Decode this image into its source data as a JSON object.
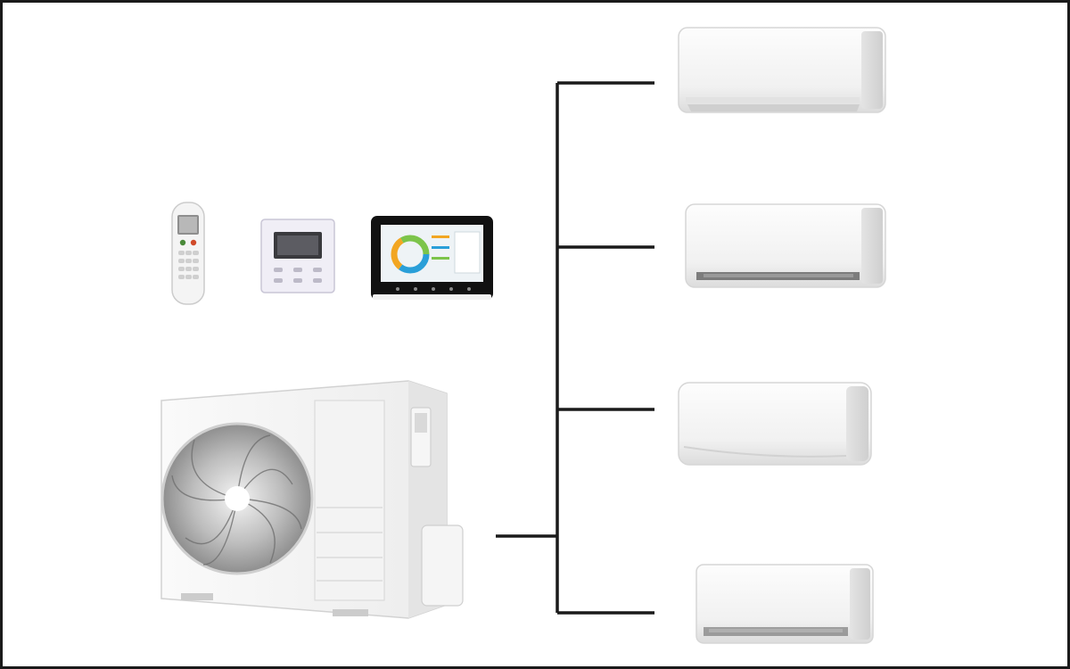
{
  "diagram": {
    "kind": "multi-split air conditioning system",
    "outdoor_unit": {
      "icon": "outdoor-condenser-unit"
    },
    "indoor_units": [
      {
        "icon": "wall-mounted-indoor-unit"
      },
      {
        "icon": "wall-mounted-indoor-unit"
      },
      {
        "icon": "wall-mounted-indoor-unit"
      },
      {
        "icon": "wall-mounted-indoor-unit"
      }
    ],
    "controllers": [
      {
        "icon": "handheld-remote-controller"
      },
      {
        "icon": "wired-wall-controller"
      },
      {
        "icon": "touchscreen-central-controller"
      }
    ],
    "colors": {
      "connector": "#1a1a1a",
      "border": "#1a1a1a",
      "unit_body": "#f7f7f7"
    }
  }
}
